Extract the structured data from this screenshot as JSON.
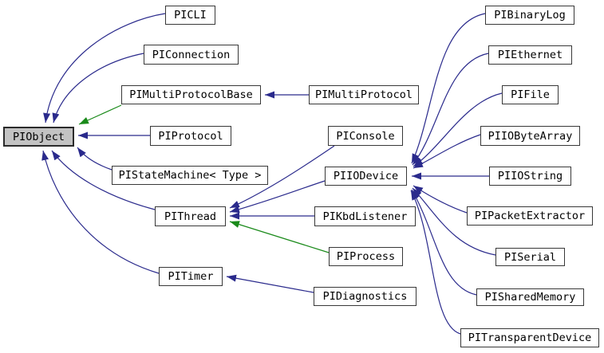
{
  "diagram": {
    "kind": "class-inheritance-graph",
    "highlighted_node": "PIObject",
    "colors": {
      "public_inheritance_edge": "#2a2a8c",
      "protected_inheritance_edge": "#1a8a1a",
      "node_border": "#383838",
      "node_fill": "#ffffff",
      "highlighted_node_fill": "#c3c3c3",
      "background": "#ffffff"
    },
    "nodes": [
      {
        "id": "piobject",
        "label": "PIObject",
        "highlighted": true
      },
      {
        "id": "picli",
        "label": "PICLI"
      },
      {
        "id": "piconnection",
        "label": "PIConnection"
      },
      {
        "id": "pimultiprotocolbase",
        "label": "PIMultiProtocolBase"
      },
      {
        "id": "pimultiprotocol",
        "label": "PIMultiProtocol"
      },
      {
        "id": "piprotocol",
        "label": "PIProtocol"
      },
      {
        "id": "pistatemachine",
        "label": "PIStateMachine< Type >"
      },
      {
        "id": "piconsole",
        "label": "PIConsole"
      },
      {
        "id": "piiodevice",
        "label": "PIIODevice"
      },
      {
        "id": "pithread",
        "label": "PIThread"
      },
      {
        "id": "pikbdlistener",
        "label": "PIKbdListener"
      },
      {
        "id": "piprocess",
        "label": "PIProcess"
      },
      {
        "id": "pitimer",
        "label": "PITimer"
      },
      {
        "id": "pidiagnostics",
        "label": "PIDiagnostics"
      },
      {
        "id": "pibinarylog",
        "label": "PIBinaryLog"
      },
      {
        "id": "piethernet",
        "label": "PIEthernet"
      },
      {
        "id": "pifile",
        "label": "PIFile"
      },
      {
        "id": "piiobytearray",
        "label": "PIIOByteArray"
      },
      {
        "id": "piiostring",
        "label": "PIIOString"
      },
      {
        "id": "pipacketextractor",
        "label": "PIPacketExtractor"
      },
      {
        "id": "piserial",
        "label": "PISerial"
      },
      {
        "id": "pisharedmemory",
        "label": "PISharedMemory"
      },
      {
        "id": "pitransparentdevice",
        "label": "PITransparentDevice"
      }
    ],
    "edges": [
      {
        "from": "PICLI",
        "to": "PIObject",
        "inheritance": "public"
      },
      {
        "from": "PIConnection",
        "to": "PIObject",
        "inheritance": "public"
      },
      {
        "from": "PIMultiProtocolBase",
        "to": "PIObject",
        "inheritance": "protected"
      },
      {
        "from": "PIProtocol",
        "to": "PIObject",
        "inheritance": "public"
      },
      {
        "from": "PIStateMachine< Type >",
        "to": "PIObject",
        "inheritance": "public"
      },
      {
        "from": "PIThread",
        "to": "PIObject",
        "inheritance": "public"
      },
      {
        "from": "PITimer",
        "to": "PIObject",
        "inheritance": "public"
      },
      {
        "from": "PIMultiProtocol",
        "to": "PIMultiProtocolBase",
        "inheritance": "public"
      },
      {
        "from": "PIConsole",
        "to": "PIThread",
        "inheritance": "public"
      },
      {
        "from": "PIIODevice",
        "to": "PIThread",
        "inheritance": "public"
      },
      {
        "from": "PIKbdListener",
        "to": "PIThread",
        "inheritance": "public"
      },
      {
        "from": "PIProcess",
        "to": "PIThread",
        "inheritance": "protected"
      },
      {
        "from": "PIDiagnostics",
        "to": "PITimer",
        "inheritance": "public"
      },
      {
        "from": "PIBinaryLog",
        "to": "PIIODevice",
        "inheritance": "public"
      },
      {
        "from": "PIEthernet",
        "to": "PIIODevice",
        "inheritance": "public"
      },
      {
        "from": "PIFile",
        "to": "PIIODevice",
        "inheritance": "public"
      },
      {
        "from": "PIIOByteArray",
        "to": "PIIODevice",
        "inheritance": "public"
      },
      {
        "from": "PIIOString",
        "to": "PIIODevice",
        "inheritance": "public"
      },
      {
        "from": "PIPacketExtractor",
        "to": "PIIODevice",
        "inheritance": "public"
      },
      {
        "from": "PISerial",
        "to": "PIIODevice",
        "inheritance": "public"
      },
      {
        "from": "PISharedMemory",
        "to": "PIIODevice",
        "inheritance": "public"
      },
      {
        "from": "PITransparentDevice",
        "to": "PIIODevice",
        "inheritance": "public"
      }
    ]
  }
}
